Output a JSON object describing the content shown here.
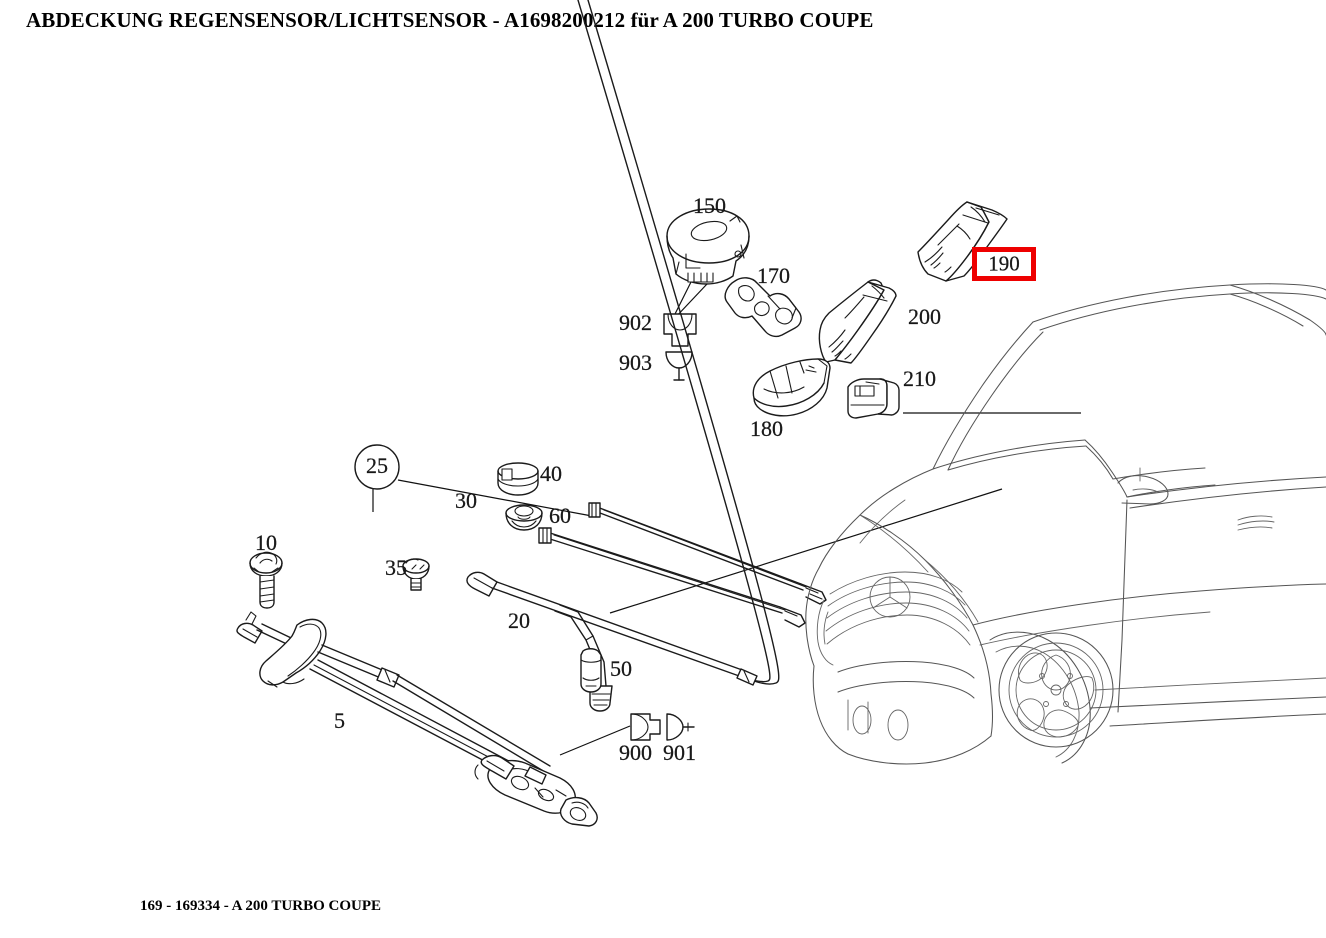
{
  "document": {
    "title": "ABDECKUNG REGENSENSOR/LICHTSENSOR - A1698200212 für A 200 TURBO COUPE",
    "footer": "169 - 169334 - A 200 TURBO COUPE",
    "part_number": "A1698200212",
    "group": "169",
    "subgroup": "169334",
    "model": "A 200 TURBO COUPE"
  },
  "highlight": {
    "item": "190",
    "color": "#ee0000",
    "fill": "#ffffff"
  },
  "callouts": {
    "item_5": "5",
    "item_10": "10",
    "item_20": "20",
    "item_25": "25",
    "item_30": "30",
    "item_35": "35",
    "item_40": "40",
    "item_50": "50",
    "item_60": "60",
    "item_150": "150",
    "item_170": "170",
    "item_180": "180",
    "item_190": "190",
    "item_200": "200",
    "item_210": "210",
    "item_900": "900",
    "item_901": "901",
    "item_902": "902",
    "item_903": "903"
  }
}
